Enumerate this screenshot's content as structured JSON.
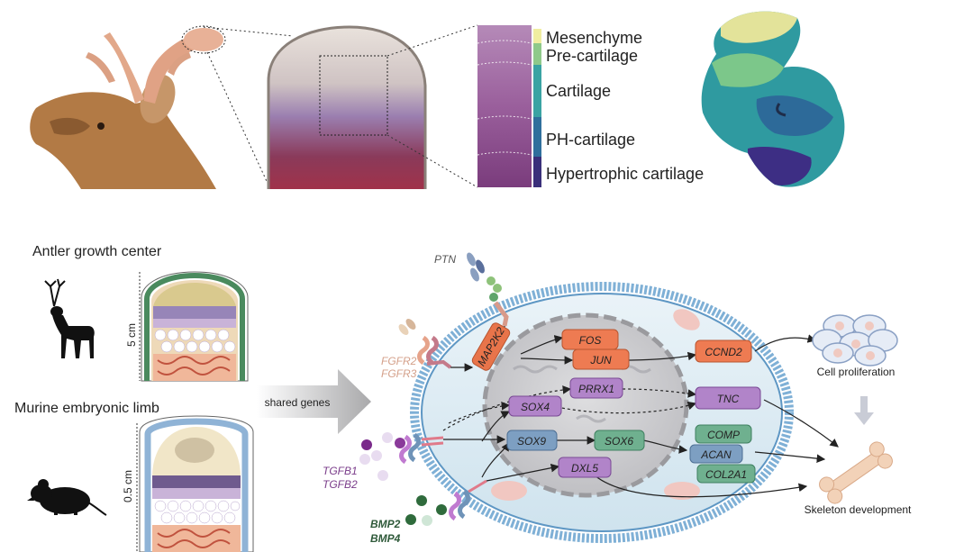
{
  "histology_legend": {
    "zones": [
      "Mesenchyme",
      "Pre-cartilage",
      "Cartilage",
      "PH-cartilage",
      "Hypertrophic cartilage"
    ],
    "colors": [
      "#f0eda0",
      "#8fc98a",
      "#3aa3a3",
      "#2f6f9c",
      "#3a2f7a"
    ]
  },
  "panels": {
    "antler_title": "Antler growth center",
    "antler_scale": "5 cm",
    "murine_title": "Murine embryonic limb",
    "murine_scale": "0.5 cm",
    "arrow_label": "shared genes"
  },
  "ligands": {
    "ptn": "PTN",
    "fgfr2": "FGFR2",
    "fgfr3": "FGFR3",
    "tgfb1": "TGFB1",
    "tgfb2": "TGFB2",
    "bmp2": "BMP2",
    "bmp4": "BMP4"
  },
  "genes": {
    "map2k2": "MAP2K2",
    "fos": "FOS",
    "jun": "JUN",
    "prrx1": "PRRX1",
    "sox4": "SOX4",
    "sox9": "SOX9",
    "sox6": "SOX6",
    "dxl5": "DXL5",
    "ccnd2": "CCND2",
    "tnc": "TNC",
    "comp": "COMP",
    "acan": "ACAN",
    "col2a1": "COL2A1"
  },
  "outcomes": {
    "proliferation": "Cell proliferation",
    "skeleton": "Skeleton development"
  },
  "colors": {
    "orange_gene": "#e8744a",
    "purple_gene": "#a77bc4",
    "blue_gene": "#6f93b8",
    "green_gene": "#6fb08f",
    "membrane": "#6fa6cf",
    "cytoplasm": "#d8eaf2",
    "nucleus": "#c9c9cc"
  },
  "icons": [
    "deer-head-photo",
    "deer-silhouette-icon",
    "mouse-silhouette-icon",
    "bone-icon",
    "cell-cluster-icon"
  ]
}
